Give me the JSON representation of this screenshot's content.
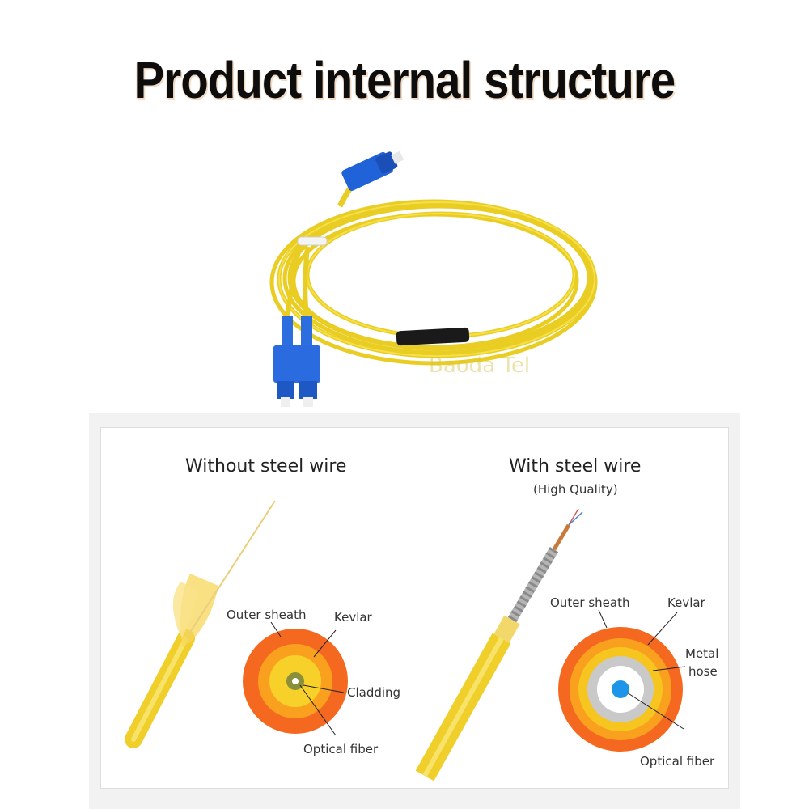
{
  "title": "Product internal structure",
  "watermark": "Baoda Tel",
  "left_panel": {
    "heading": "Without steel wire",
    "labels": {
      "outer_sheath": "Outer sheath",
      "kevlar": "Kevlar",
      "cladding": "Cladding",
      "optical_fiber": "Optical fiber"
    }
  },
  "right_panel": {
    "heading": "With steel wire",
    "subheading": "(High Quality)",
    "labels": {
      "outer_sheath": "Outer sheath",
      "kevlar": "Kevlar",
      "metal_hose_line1": "Metal",
      "metal_hose_line2": "hose",
      "optical_fiber": "Optical fiber"
    }
  },
  "colors": {
    "cable_yellow": "#f2d82c",
    "connector_blue": "#1f5fd6",
    "outer_sheath": "#f4691f",
    "kevlar_orange": "#f9a11e",
    "kevlar_yellow": "#f7c51f",
    "metal_grey": "#c9c9c9",
    "fiber_blue": "#1e95e8",
    "cladding_green": "#8a8f3a"
  }
}
